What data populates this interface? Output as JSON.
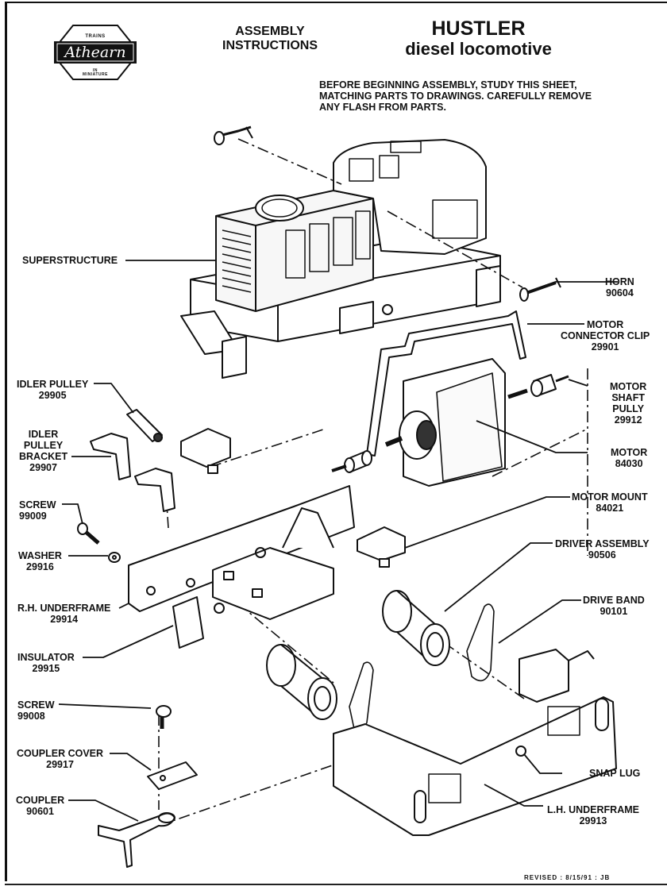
{
  "logo": {
    "top_text": "TRAINS",
    "brand": "Athearn",
    "bottom_text_1": "IN",
    "bottom_text_2": "MINIATURE"
  },
  "header": {
    "section_line1": "ASSEMBLY",
    "section_line2": "INSTRUCTIONS",
    "title": "HUSTLER",
    "subtitle": "diesel locomotive"
  },
  "intro": {
    "line1": "BEFORE BEGINNING ASSEMBLY, STUDY THIS SHEET,",
    "line2": "MATCHING PARTS TO DRAWINGS. CAREFULLY REMOVE",
    "line3": "ANY FLASH FROM PARTS."
  },
  "parts": {
    "superstructure": {
      "name": "SUPERSTRUCTURE",
      "number": ""
    },
    "horn": {
      "name": "HORN",
      "number": "90604"
    },
    "motor_connector_clip": {
      "name_1": "MOTOR",
      "name_2": "CONNECTOR CLIP",
      "number": "29901"
    },
    "motor_shaft_pully": {
      "name_1": "MOTOR",
      "name_2": "SHAFT",
      "name_3": "PULLY",
      "number": "29912"
    },
    "motor": {
      "name": "MOTOR",
      "number": "84030"
    },
    "motor_mount": {
      "name": "MOTOR MOUNT",
      "number": "84021"
    },
    "driver_assembly": {
      "name": "DRIVER ASSEMBLY",
      "number": "90506"
    },
    "drive_band": {
      "name": "DRIVE BAND",
      "number": "90101"
    },
    "snap_lug": {
      "name": "SNAP LUG",
      "number": ""
    },
    "lh_underframe": {
      "name": "L.H. UNDERFRAME",
      "number": "29913"
    },
    "idler_pulley": {
      "name": "IDLER PULLEY",
      "number": "29905"
    },
    "idler_pulley_bracket": {
      "name_1": "IDLER",
      "name_2": "PULLEY",
      "name_3": "BRACKET",
      "number": "29907"
    },
    "screw_99009": {
      "name": "SCREW",
      "number": "99009"
    },
    "washer": {
      "name": "WASHER",
      "number": "29916"
    },
    "rh_underframe": {
      "name": "R.H. UNDERFRAME",
      "number": "29914"
    },
    "insulator": {
      "name": "INSULATOR",
      "number": "29915"
    },
    "screw_99008": {
      "name": "SCREW",
      "number": "99008"
    },
    "coupler_cover": {
      "name": "COUPLER COVER",
      "number": "29917"
    },
    "coupler": {
      "name": "COUPLER",
      "number": "90601"
    }
  },
  "footer": {
    "revised": "REVISED : 8/15/91 : JB"
  }
}
